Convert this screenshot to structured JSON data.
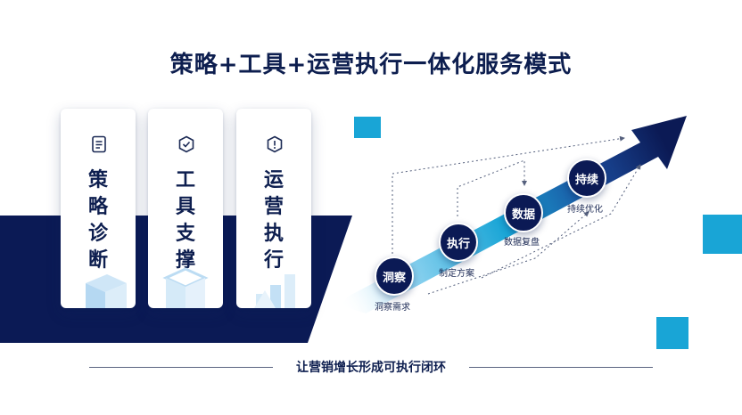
{
  "title": "策略+工具+运营执行一体化服务模式",
  "cards": [
    {
      "icon": "document-list-icon",
      "chars": [
        "策",
        "略",
        "诊",
        "断"
      ]
    },
    {
      "icon": "check-shield-icon",
      "chars": [
        "工",
        "具",
        "支",
        "撑"
      ]
    },
    {
      "icon": "info-shield-icon",
      "chars": [
        "运",
        "营",
        "执",
        "行"
      ]
    }
  ],
  "steps": [
    {
      "name": "洞察",
      "label": "洞察需求"
    },
    {
      "name": "执行",
      "label": "制定方案"
    },
    {
      "name": "数据",
      "label": "数据复盘"
    },
    {
      "name": "持续",
      "label": "持续优化"
    }
  ],
  "footer": "让营销增长形成可执行闭环",
  "colors": {
    "navy": "#0b1a55",
    "accent": "#19a5d6"
  }
}
